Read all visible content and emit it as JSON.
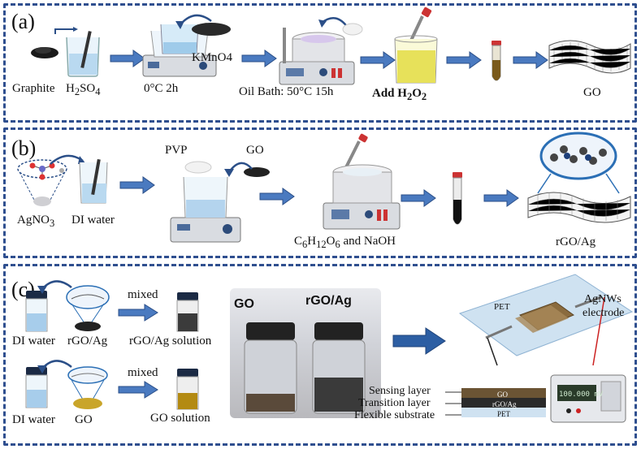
{
  "panels": {
    "a": {
      "label": "(a)",
      "steps": {
        "graphite": "Graphite",
        "h2so4_main": "H",
        "h2so4_sub1": "2",
        "h2so4_mid": "SO",
        "h2so4_sub2": "4",
        "kmno4": "KMnO4",
        "ice": "0°C 2h",
        "oil_bath": "Oil Bath: 50°C 15h",
        "add": "Add H",
        "add_sub": "2",
        "add_end": "O",
        "add_sub2": "2",
        "go": "GO"
      }
    },
    "b": {
      "label": "(b)",
      "steps": {
        "agno3": "AgNO",
        "agno3_sub": "3",
        "di_water": "DI water",
        "pvp": "PVP",
        "go": "GO",
        "glucose_c": "C",
        "glucose_c_sub": "6",
        "glucose_h": "H",
        "glucose_h_sub": "12",
        "glucose_o": "O",
        "glucose_o_sub": "6",
        "glucose_tail": " and NaOH",
        "product": "rGO/Ag"
      }
    },
    "c": {
      "label": "(c)",
      "row1": {
        "water": "DI water",
        "material": "rGO/Ag",
        "mixed": "mixed",
        "solution": "rGO/Ag solution"
      },
      "row2": {
        "water": "DI water",
        "material": "GO",
        "mixed": "mixed",
        "solution": "GO solution"
      },
      "photo": {
        "left_label": "GO",
        "right_label": "rGO/Ag"
      },
      "device": {
        "pet": "PET",
        "agnws": "AgNWs",
        "electrode": "electrode",
        "meter_reading": "100.000 mV"
      },
      "layers": {
        "sensing": "Sensing layer",
        "transition": "Transition layer",
        "substrate": "Flexible substrate",
        "top_name": "GO",
        "mid_name": "rGO/Ag",
        "bottom_name": "PET"
      }
    }
  },
  "colors": {
    "border": "#2f4f8f",
    "arrow_fill": "#4a7ac0",
    "arrow_stroke": "#2b4f88",
    "liquid_yellow": "#e7e15a",
    "gold": "#c9a52a",
    "device_blue": "#cfe2f1"
  }
}
